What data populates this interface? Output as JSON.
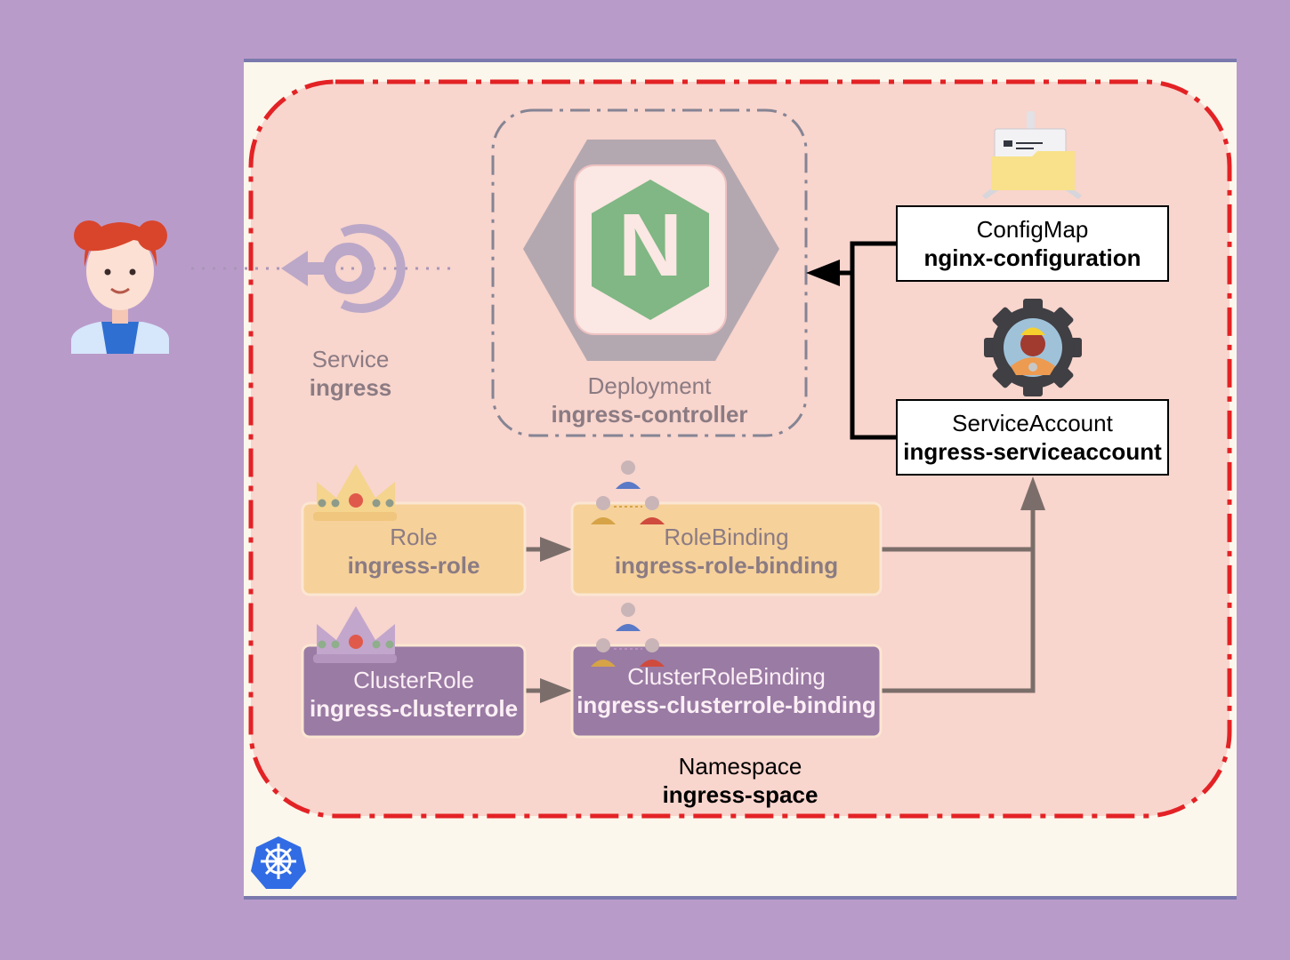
{
  "user": {
    "icon": "user-avatar-icon"
  },
  "service": {
    "kind": "Service",
    "name": "ingress",
    "icon": "service-icon"
  },
  "deployment": {
    "kind": "Deployment",
    "name": "ingress-controller",
    "icon": "nginx-icon",
    "logo_letter": "N"
  },
  "configmap": {
    "kind": "ConfigMap",
    "name": "nginx-configuration",
    "icon": "folder-config-icon"
  },
  "serviceaccount": {
    "kind": "ServiceAccount",
    "name": "ingress-serviceaccount",
    "icon": "gear-worker-icon"
  },
  "role": {
    "kind": "Role",
    "name": "ingress-role",
    "icon": "crown-icon"
  },
  "rolebinding": {
    "kind": "RoleBinding",
    "name": "ingress-role-binding",
    "icon": "people-network-icon"
  },
  "clusterrole": {
    "kind": "ClusterRole",
    "name": "ingress-clusterrole",
    "icon": "crown-icon"
  },
  "clusterrolebinding": {
    "kind": "ClusterRoleBinding",
    "name": "ingress-clusterrole-binding",
    "icon": "people-network-icon"
  },
  "namespace": {
    "kind": "Namespace",
    "name": "ingress-space"
  },
  "cluster": {
    "icon": "kubernetes-helm-icon"
  },
  "colors": {
    "background": "#b99bca",
    "cluster_bg": "#fbf7ec",
    "namespace_bg": "#f8d5cd",
    "namespace_border": "#e32225",
    "role_fill": "#f6d19a",
    "clusterrole_fill": "#9a7ba4",
    "nginx_green": "#80b784",
    "arrow_gray": "#7b6e6a",
    "k8s_blue": "#326ce5"
  }
}
